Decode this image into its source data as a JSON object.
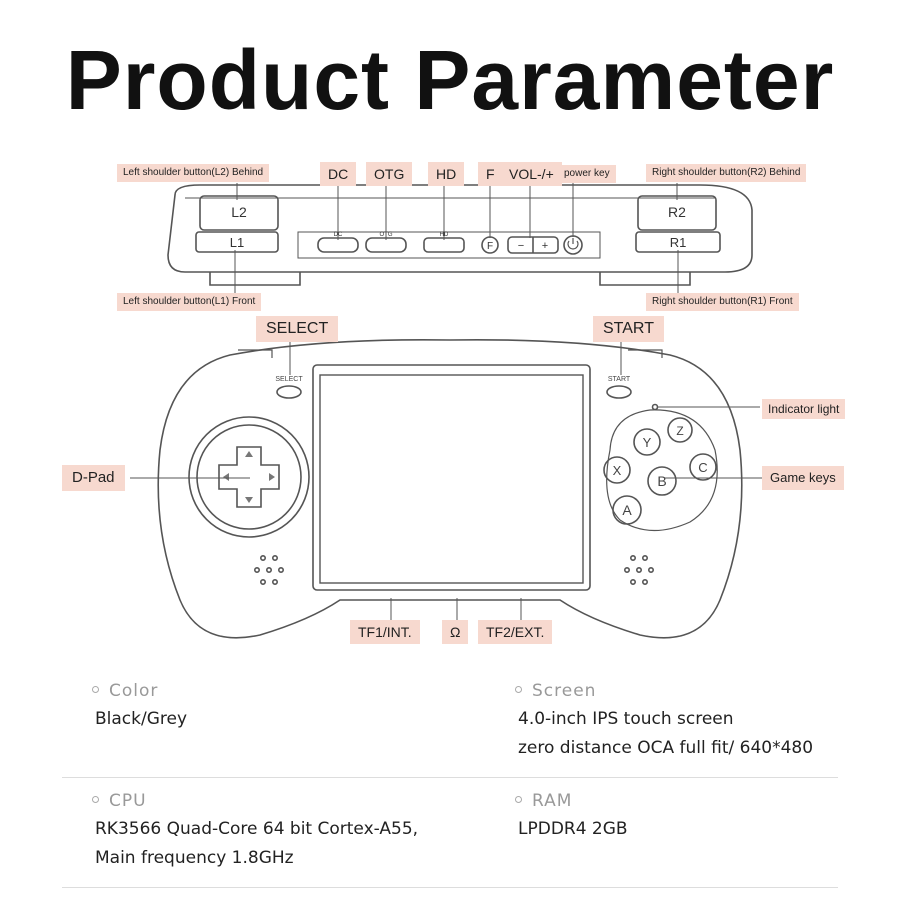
{
  "title": "Product Parameter",
  "top_view": {
    "labels": {
      "l2_behind": "Left shoulder button(L2) Behind",
      "l1_front": "Left shoulder button(L1) Front",
      "r2_behind": "Right shoulder button(R2) Behind",
      "r1_front": "Right shoulder button(R1) Front",
      "dc": "DC",
      "otg": "OTG",
      "hd": "HD",
      "f": "F",
      "vol": "VOL-/+",
      "power": "power key"
    },
    "engraved": {
      "l2": "L2",
      "l1": "L1",
      "r2": "R2",
      "r1": "R1",
      "dc": "DC",
      "otg": "OTG",
      "hd": "HD",
      "f": "F",
      "vol_minus": "−",
      "vol_plus": "+"
    }
  },
  "front_view": {
    "labels": {
      "select": "SELECT",
      "start": "START",
      "indicator": "Indicator light",
      "dpad": "D-Pad",
      "game_keys": "Game keys",
      "tf1": "TF1/INT.",
      "headphone": "Ω",
      "tf2": "TF2/EXT."
    },
    "engraved": {
      "select": "SELECT",
      "start": "START",
      "x": "X",
      "y": "Y",
      "z": "Z",
      "a": "A",
      "b": "B",
      "c": "C"
    }
  },
  "specs": [
    {
      "label": "Color",
      "lines": [
        "Black/Grey"
      ]
    },
    {
      "label": "Screen",
      "lines": [
        "4.0-inch IPS touch screen",
        "zero distance OCA full fit/ 640*480"
      ]
    },
    {
      "label": "CPU",
      "lines": [
        "RK3566 Quad-Core 64 bit Cortex-A55,",
        "Main frequency 1.8GHz"
      ]
    },
    {
      "label": "RAM",
      "lines": [
        "LPDDR4 2GB"
      ]
    }
  ],
  "colors": {
    "label_bg": "#f7d9cf",
    "line": "#555555"
  }
}
